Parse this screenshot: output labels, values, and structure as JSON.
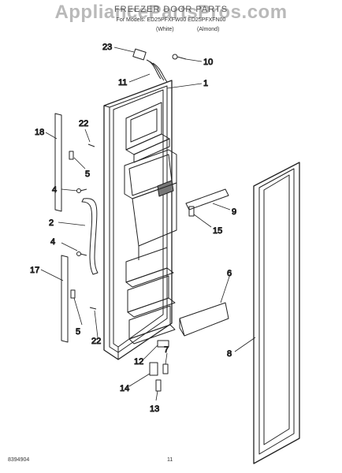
{
  "header": {
    "watermark": "AppliancePartsPros.com",
    "title": "FREEZER DOOR PARTS",
    "subtitle": "For Models: ED25PFXFW00 ED25PFXFN00",
    "color_white": "(White)",
    "color_almond": "(Almond)"
  },
  "callouts": [
    {
      "id": "23",
      "text": "23"
    },
    {
      "id": "10",
      "text": "10"
    },
    {
      "id": "11",
      "text": "11"
    },
    {
      "id": "1",
      "text": "1"
    },
    {
      "id": "18",
      "text": "18"
    },
    {
      "id": "22a",
      "text": "22"
    },
    {
      "id": "5a",
      "text": "5"
    },
    {
      "id": "4a",
      "text": "4"
    },
    {
      "id": "9",
      "text": "9"
    },
    {
      "id": "2",
      "text": "2"
    },
    {
      "id": "15",
      "text": "15"
    },
    {
      "id": "4b",
      "text": "4"
    },
    {
      "id": "17",
      "text": "17"
    },
    {
      "id": "6",
      "text": "6"
    },
    {
      "id": "5b",
      "text": "5"
    },
    {
      "id": "22b",
      "text": "22"
    },
    {
      "id": "8",
      "text": "8"
    },
    {
      "id": "12",
      "text": "12"
    },
    {
      "id": "7",
      "text": "7"
    },
    {
      "id": "14",
      "text": "14"
    },
    {
      "id": "13",
      "text": "13"
    }
  ],
  "footer": {
    "doc_number": "8394904",
    "page_number": "11"
  }
}
